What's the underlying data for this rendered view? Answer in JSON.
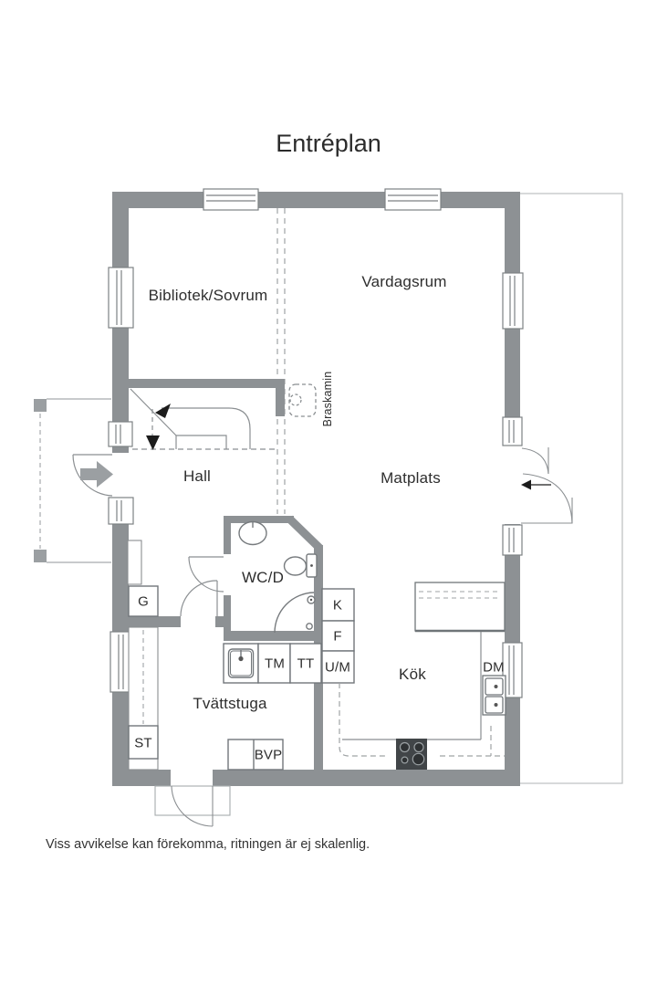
{
  "title": "Entréplan",
  "footer": "Viss avvikelse kan förekomma, ritningen är ej skalenlig.",
  "rooms": {
    "bibliotek": "Bibliotek/Sovrum",
    "vardagsrum": "Vardagsrum",
    "hall": "Hall",
    "matplats": "Matplats",
    "wc": "WC/D",
    "kok": "Kök",
    "tvattstuga": "Tvättstuga"
  },
  "features": {
    "braskamin": "Braskamin",
    "garderob": "G",
    "stad": "ST",
    "tvattmaskin": "TM",
    "torktumlare": "TT",
    "bvp": "BVP",
    "kyl": "K",
    "frys": "F",
    "ugn_mikro": "U/M",
    "diskmaskin": "DM"
  },
  "colors": {
    "wall": "#8d9194",
    "line": "#85898c",
    "dash": "#9fa3a5",
    "text": "#2f2f2f"
  }
}
